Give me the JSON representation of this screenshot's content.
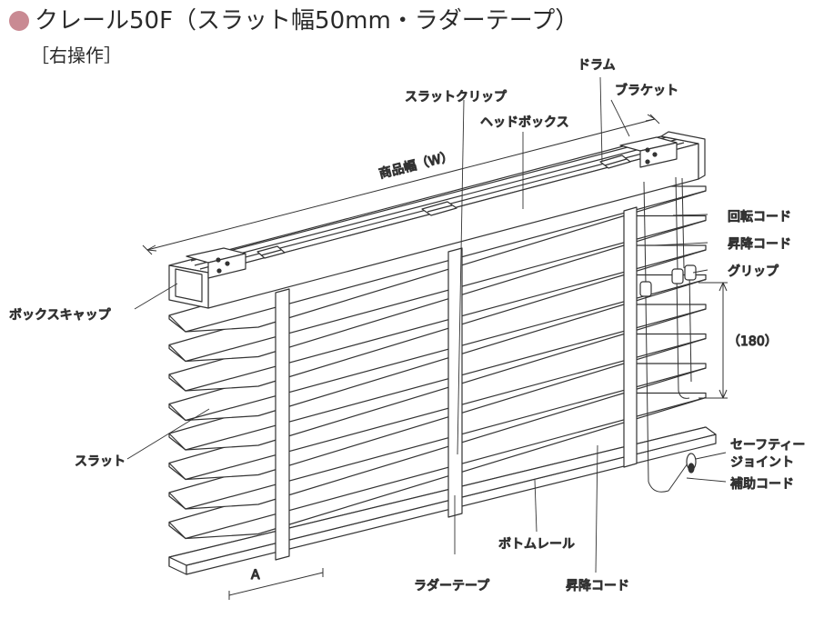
{
  "title": "クレール50F（スラット幅50mm・ラダーテープ）",
  "subtitle": "［右操作］",
  "labels": {
    "drum": "ドラム",
    "bracket": "ブラケット",
    "slat_clip": "スラットクリップ",
    "head_box": "ヘッドボックス",
    "product_width": "商品幅（W）",
    "tilt_cord": "回転コード",
    "lift_cord_right": "昇降コード",
    "grip": "グリップ",
    "dim_180": "（180）",
    "box_cap": "ボックスキャップ",
    "slat": "スラット",
    "safety_joint_1": "セーフティー",
    "safety_joint_2": "ジョイント",
    "aux_cord": "補助コード",
    "bottom_rail": "ボトムレール",
    "dim_a": "A",
    "ladder_tape": "ラダーテープ",
    "lift_cord_bottom": "昇降コード"
  }
}
